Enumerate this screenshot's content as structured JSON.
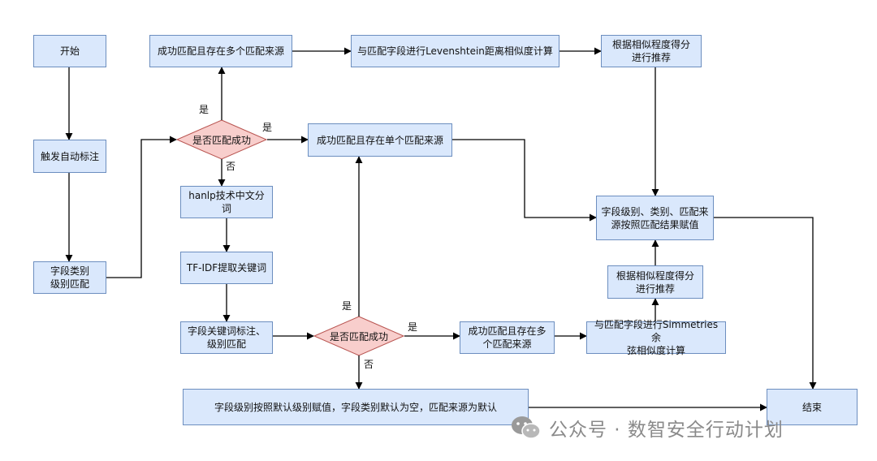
{
  "nodes": {
    "start": "开始",
    "trigger": "触发自动标注",
    "type_level_match": "字段类别\n级别匹配",
    "multi_source_top": "成功匹配且存在多个匹配来源",
    "levenshtein": "与匹配字段进行Levenshtein距离相似度计算",
    "recommend_top": "根据相似程度得分\n进行推荐",
    "single_source": "成功匹配且存在单个匹配来源",
    "hanlp": "hanlp技术中文分词",
    "tfidf": "TF-IDF提取关键词",
    "keyword_label": "字段关键词标注、\n级别匹配",
    "assign": "字段级别、类别、匹配来\n源按照匹配结果赋值",
    "recommend_mid": "根据相似程度得分\n进行推荐",
    "multi_source_bottom": "成功匹配且存在多\n个匹配来源",
    "simmetries": "与匹配字段进行Simmetries余\n弦相似度计算",
    "default": "字段级别按照默认级别赋值，字段类别默认为空，匹配来源为默认",
    "end": "结束"
  },
  "decisions": {
    "decision1": "是否匹配成功",
    "decision2": "是否匹配成功"
  },
  "edge_labels": {
    "yes_up_1": "是",
    "yes_right_1": "是",
    "no_down_1": "否",
    "yes_up_2": "是",
    "yes_right_2": "是",
    "no_down_2": "否"
  },
  "watermark": {
    "text": "公众号 · 数智安全行动计划",
    "icon": "wechat-icon"
  },
  "colors": {
    "node_fill": "#dae8fc",
    "node_border": "#6c8ebf",
    "decision_fill": "#f8cecc",
    "decision_border": "#b85450",
    "edge": "#000000",
    "watermark": "#8a8a8a"
  }
}
